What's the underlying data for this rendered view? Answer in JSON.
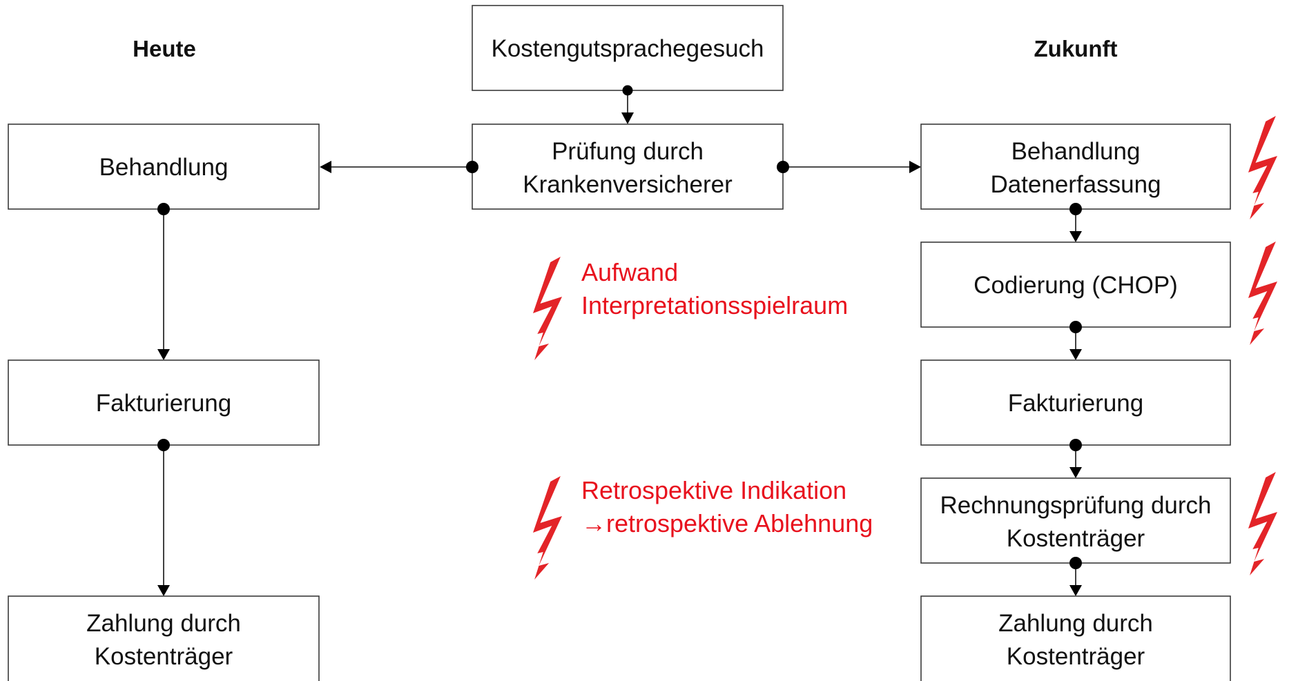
{
  "headers": {
    "left": "Heute",
    "right": "Zukunft"
  },
  "center": {
    "top": "Kostengutsprachegesuch",
    "check_line1": "Prüfung durch",
    "check_line2": "Krankenversicherer"
  },
  "left_column": {
    "step1": "Behandlung",
    "step2": "Fakturierung",
    "step3_line1": "Zahlung durch",
    "step3_line2": "Kostenträger"
  },
  "right_column": {
    "step1_line1": "Behandlung",
    "step1_line2": "Datenerfassung",
    "step2": "Codierung (CHOP)",
    "step3": "Fakturierung",
    "step4_line1": "Rechnungsprüfung durch",
    "step4_line2": "Kostenträger",
    "step5_line1": "Zahlung durch",
    "step5_line2": "Kostenträger"
  },
  "warnings": {
    "first_line1": "Aufwand",
    "first_line2": "Interpretationsspielraum",
    "second_line1": "Retrospektive Indikation",
    "second_line2": "→retrospektive Ablehnung"
  },
  "colors": {
    "warning": "#e8111d",
    "bolt": "#e32428",
    "line": "#111111"
  },
  "icons": [
    "lightning-bolt-icon"
  ]
}
